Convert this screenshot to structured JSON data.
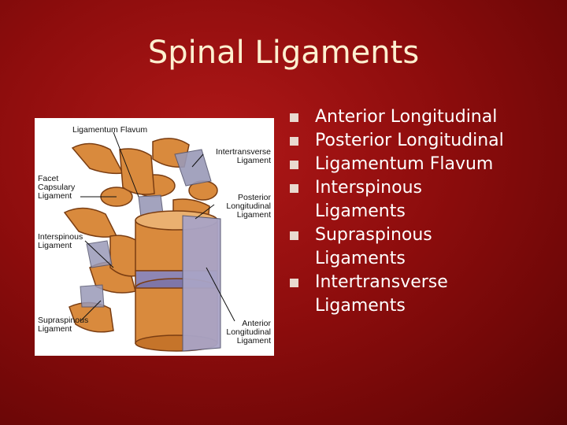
{
  "slide": {
    "title": "Spinal Ligaments"
  },
  "figure_labels": {
    "ligamentum_flavum": "Ligamentum Flavum",
    "intertransverse": [
      "Intertransverse",
      "Ligament"
    ],
    "facet_capsulary": [
      "Facet",
      "Capsulary",
      "Ligament"
    ],
    "posterior_longitudinal": [
      "Posterior",
      "Longitudinal",
      "Ligament"
    ],
    "interspinous": [
      "Interspinous",
      "Ligament"
    ],
    "supraspinous": [
      "Supraspinous",
      "Ligament"
    ],
    "anterior_longitudinal": [
      "Anterior",
      "Longitudinal",
      "Ligament"
    ]
  },
  "bullets": [
    [
      "Anterior Longitudinal"
    ],
    [
      "Posterior Longitudinal"
    ],
    [
      "Ligamentum Flavum"
    ],
    [
      "Interspinous",
      "Ligaments"
    ],
    [
      "Supraspinous",
      "Ligaments"
    ],
    [
      "Intertransverse",
      "Ligaments"
    ]
  ]
}
